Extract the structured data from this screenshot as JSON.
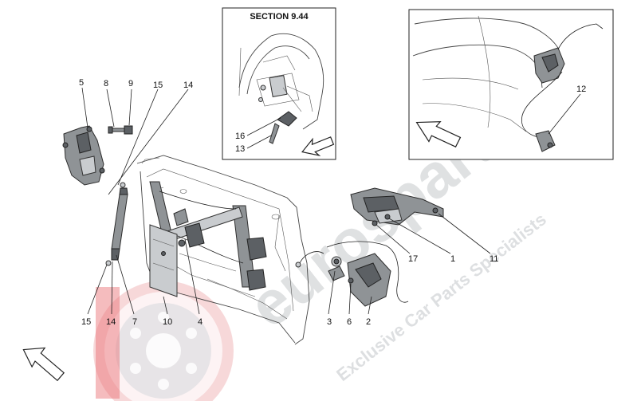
{
  "section_label": "SECTION 9.44",
  "watermark": {
    "brand": "eurosparts",
    "tagline": "Exclusive Car Parts Specialists",
    "brand_color": "#d8dadc",
    "accent_color": "#e96b6f"
  },
  "callouts": {
    "c1": "1",
    "c2": "2",
    "c3": "3",
    "c4": "4",
    "c5": "5",
    "c6": "6",
    "c7": "7",
    "c8": "8",
    "c9": "9",
    "c10": "10",
    "c11": "11",
    "c12": "12",
    "c13": "13",
    "c14_top": "14",
    "c14_bottom": "14",
    "c15_top": "15",
    "c15_bottom": "15",
    "c16": "16",
    "c17": "17"
  }
}
